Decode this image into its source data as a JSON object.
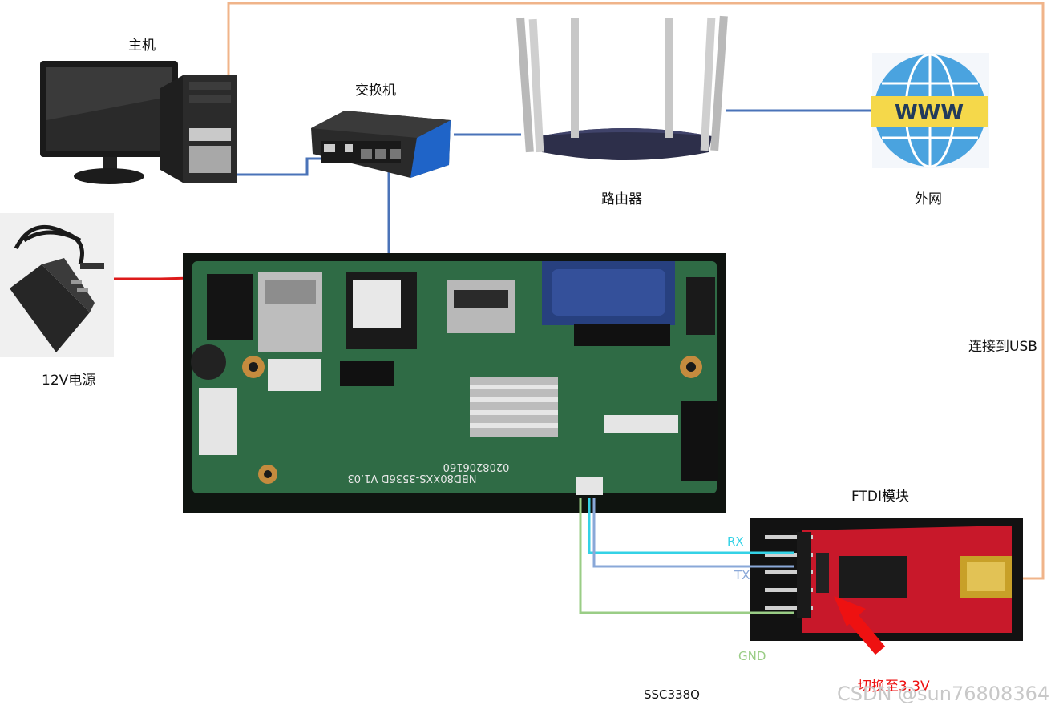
{
  "labels": {
    "host": "主机",
    "switch": "交换机",
    "router": "路由器",
    "internet": "外网",
    "power": "12V电源",
    "usb": "连接到USB",
    "ftdi": "FTDI模块",
    "rx": "RX",
    "tx": "TX",
    "gnd": "GND",
    "switch_voltage": "切换至3.3V",
    "board_name": "SSC338Q",
    "www": "WWW",
    "pcb_silk_1": "NBD80XXS-3536D V1.03",
    "pcb_silk_2": "0208206160"
  },
  "watermark": "CSDN @sun76808364",
  "colors": {
    "ethernet": "#4a73b8",
    "usb_cable": "#f0b48a",
    "power_cable": "#dd1a1a",
    "rx_wire": "#34d2e6",
    "tx_wire": "#8aa8d8",
    "gnd_wire": "#9acd86",
    "arrow": "#ee1111",
    "pcb_green": "#2f6b45",
    "ftdi_red": "#c8182a"
  },
  "icons": [
    "monitor-icon",
    "pc-tower-icon",
    "switch-icon",
    "router-icon",
    "globe-icon",
    "power-adapter-icon",
    "pcb-board-icon",
    "ftdi-board-icon"
  ]
}
